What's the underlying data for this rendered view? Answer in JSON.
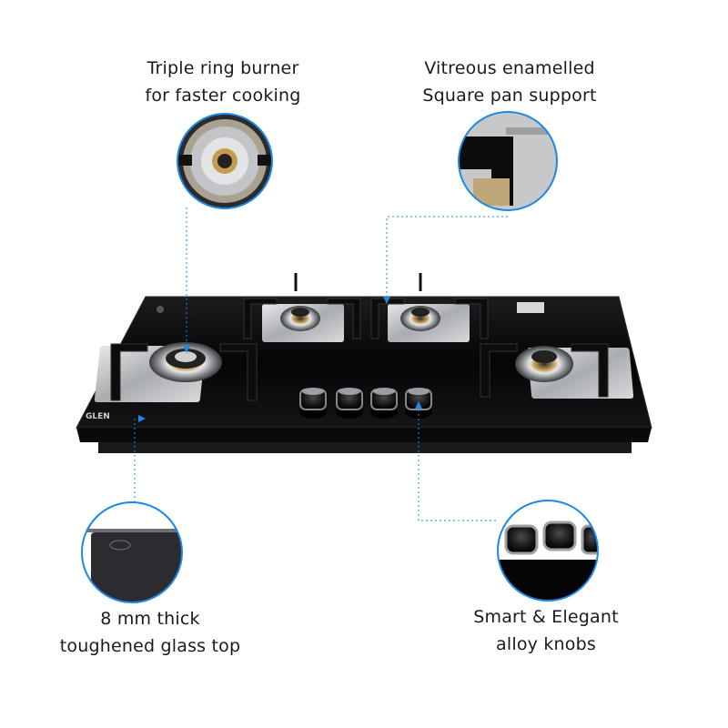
{
  "features": {
    "burner": {
      "line1": "Triple ring burner",
      "line2": "for faster cooking"
    },
    "pan_support": {
      "line1": "Vitreous enamelled",
      "line2": "Square pan support"
    },
    "glass_top": {
      "line1": "8 mm thick",
      "line2": "toughened glass top"
    },
    "knobs": {
      "line1": "Smart & Elegant",
      "line2": "alloy knobs"
    }
  },
  "brand": {
    "logo_text": "GLEN"
  },
  "colors": {
    "accent": "#1e88e5",
    "glass": "#0b0b0d",
    "steel": "#b9bcc0"
  }
}
